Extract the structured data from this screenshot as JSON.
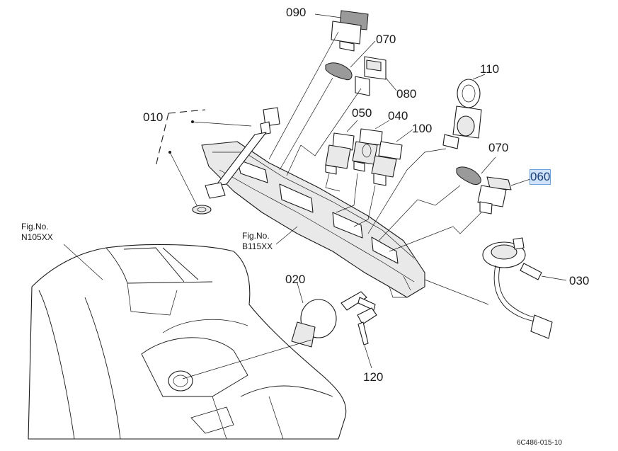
{
  "callouts": {
    "p090": "090",
    "p070a": "070",
    "p080": "080",
    "p110": "110",
    "p010": "010",
    "p050": "050",
    "p040": "040",
    "p100": "100",
    "p070b": "070",
    "p060": "060",
    "p030": "030",
    "p020": "020",
    "p120": "120"
  },
  "figure_refs": {
    "n105": {
      "line1": "Fig.No.",
      "line2": "N105XX"
    },
    "b115": {
      "line1": "Fig.No.",
      "line2": "B115XX"
    }
  },
  "drawing_code": "6C486-015-10",
  "selected_callout": "060",
  "colors": {
    "ink": "#1a1a1a",
    "selection_bg": "#cfe2f7",
    "selection_border": "#6a9fd8"
  }
}
